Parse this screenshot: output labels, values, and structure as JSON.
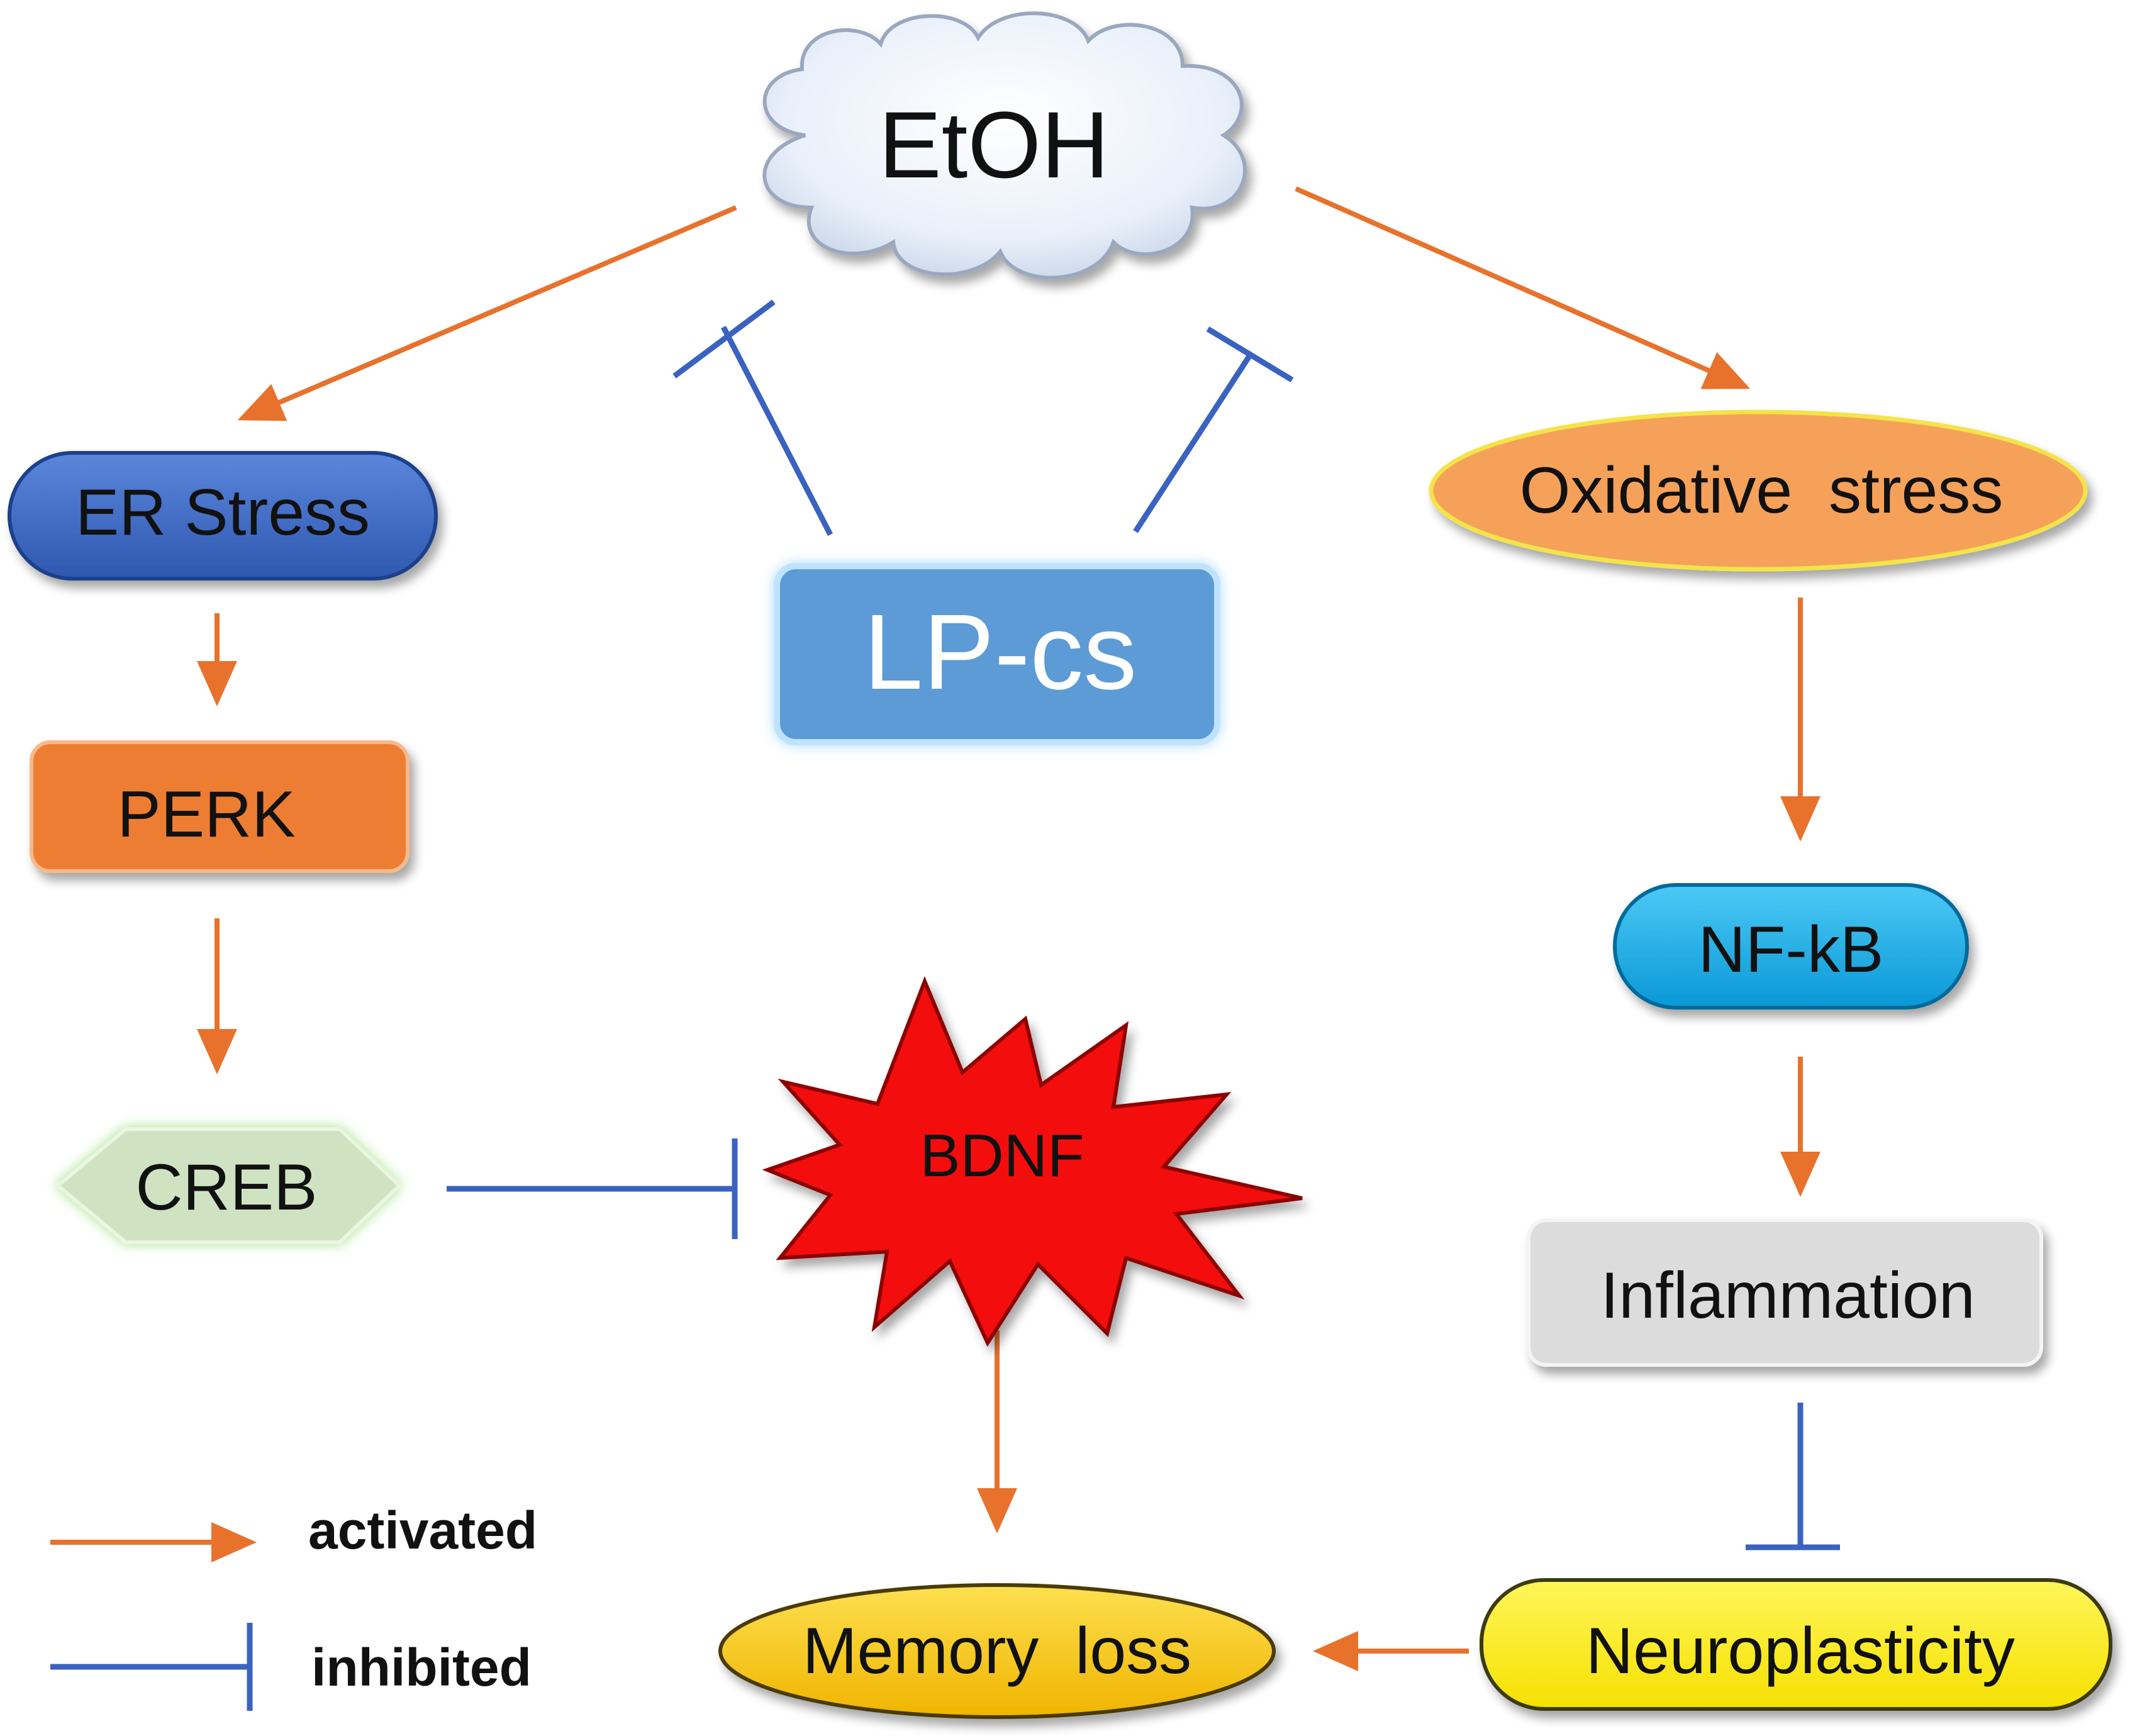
{
  "nodes": {
    "etoh": "EtOH",
    "er_stress": "ER Stress",
    "perk": "PERK",
    "creb": "CREB",
    "lp_cs": "LP-cs",
    "bdnf": "BDNF",
    "oxidative_stress": "Oxidative  stress",
    "nfkb": "NF-kB",
    "inflammation": "Inflammation",
    "neuroplasticity": "Neuroplasticity",
    "memory_loss": "Memory  loss"
  },
  "legend": {
    "activated": "activated",
    "inhibited": "inhibited"
  },
  "colors": {
    "activation_arrow": "#E8722C",
    "inhibition_bar": "#3A62C0",
    "er_stress_fill": "#3D6CC9",
    "perk_fill": "#ED7D31",
    "creb_fill": "#CFE3C2",
    "lp_cs_fill": "#5B9BD5",
    "bdnf_fill": "#F40F0F",
    "oxidative_fill": "#F5A15A",
    "nfkb_fill": "#12AEEA",
    "inflammation_fill": "#DCDCDC",
    "neuroplasticity_fill": "#FFEF14",
    "memory_loss_fill": "#F9C510"
  },
  "edges": [
    {
      "from": "EtOH",
      "to": "ER Stress",
      "type": "activated"
    },
    {
      "from": "EtOH",
      "to": "Oxidative stress",
      "type": "activated"
    },
    {
      "from": "LP-cs",
      "to": "EtOH",
      "type": "inhibited"
    },
    {
      "from": "LP-cs",
      "to": "EtOH",
      "type": "inhibited"
    },
    {
      "from": "ER Stress",
      "to": "PERK",
      "type": "activated"
    },
    {
      "from": "PERK",
      "to": "CREB",
      "type": "activated"
    },
    {
      "from": "CREB",
      "to": "BDNF",
      "type": "inhibited"
    },
    {
      "from": "BDNF",
      "to": "Memory loss",
      "type": "activated"
    },
    {
      "from": "Oxidative stress",
      "to": "NF-kB",
      "type": "activated"
    },
    {
      "from": "NF-kB",
      "to": "Inflammation",
      "type": "activated"
    },
    {
      "from": "Inflammation",
      "to": "Neuroplasticity",
      "type": "inhibited"
    },
    {
      "from": "Neuroplasticity",
      "to": "Memory loss",
      "type": "activated"
    }
  ]
}
